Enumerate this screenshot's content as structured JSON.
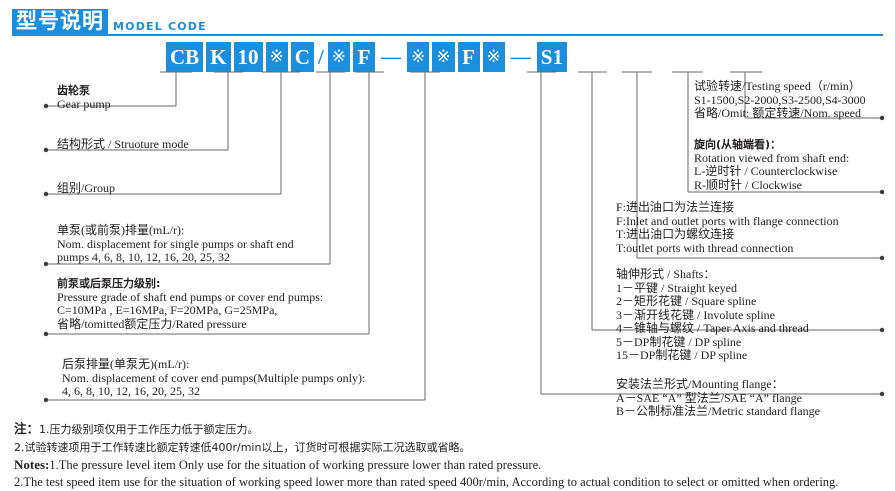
{
  "header": {
    "title_cn": "型号说明",
    "title_en": "MODEL CODE",
    "accent_color": "#1b8ede"
  },
  "code_sequence": [
    {
      "text": "CB",
      "kind": "box"
    },
    {
      "text": "K",
      "kind": "box"
    },
    {
      "text": "10",
      "kind": "box"
    },
    {
      "text": "※",
      "kind": "mark"
    },
    {
      "text": "C",
      "kind": "box"
    },
    {
      "text": "/",
      "kind": "sep"
    },
    {
      "text": "※",
      "kind": "mark"
    },
    {
      "text": "F",
      "kind": "box"
    },
    {
      "text": "—",
      "kind": "dash"
    },
    {
      "text": "※",
      "kind": "mark"
    },
    {
      "text": "※",
      "kind": "mark"
    },
    {
      "text": "F",
      "kind": "box"
    },
    {
      "text": "※",
      "kind": "mark"
    },
    {
      "text": "—",
      "kind": "dash"
    },
    {
      "text": "S1",
      "kind": "box"
    }
  ],
  "left_callouts": [
    {
      "id": "gear-pump",
      "lines": [
        {
          "t": "齿轮泵",
          "s": "cn"
        },
        {
          "t": "Gear pump",
          "s": "en"
        }
      ]
    },
    {
      "id": "structure-mode",
      "lines": [
        {
          "t": "结构形式 / Struoture  mode",
          "s": "mix"
        }
      ]
    },
    {
      "id": "group",
      "lines": [
        {
          "t": "组别/Group",
          "s": "mix"
        }
      ]
    },
    {
      "id": "single-pump-displacement",
      "lines": [
        {
          "t": "单泵(或前泵)排量(mL/r):",
          "s": "mix"
        },
        {
          "t": "Nom. displacement for single pumps or shaft end",
          "s": "en"
        },
        {
          "t": "pumps 4,  6,  8,  10,  12,  16,  20,  25,  32",
          "s": "en"
        }
      ]
    },
    {
      "id": "pressure-grade",
      "lines": [
        {
          "t": "前泵或后泵压力级别:",
          "s": "cn"
        },
        {
          "t": " Pressure grade of shaft end  pumps or cover end pumps:",
          "s": "en"
        },
        {
          "t": "C=10MPa , E=16MPa, F=20MPa, G=25MPa,",
          "s": "en"
        },
        {
          "t": "省略/tomitted额定压力/Rated pressure",
          "s": "mix"
        }
      ]
    },
    {
      "id": "cover-end-displacement",
      "lines": [
        {
          "t": "后泵排量(单泵无)(mL/r):",
          "s": "mix"
        },
        {
          "t": "Nom. displacement of cover end pumps(Multiple pumps only):",
          "s": "en"
        },
        {
          "t": "4,  6,  8,  10,  12,  16,  20,  25,  32",
          "s": "en"
        }
      ]
    }
  ],
  "right_callouts": [
    {
      "id": "testing-speed",
      "lines": [
        {
          "t": "试验转速/Testing speed（r/min）",
          "s": "mix"
        },
        {
          "t": "S1-1500,S2-2000,S3-2500,S4-3000",
          "s": "en"
        },
        {
          "t": "省略/Omit: 额定转速/Nom. speed",
          "s": "mix"
        }
      ]
    },
    {
      "id": "rotation-direction",
      "lines": [
        {
          "t": "旋向(从轴端看)：",
          "s": "cn"
        },
        {
          "t": "Rotation viewed from shaft end:",
          "s": "en"
        },
        {
          "t": "L-逆时针 / Counterclockwise",
          "s": "mix"
        },
        {
          "t": "R-顺时针 / Clockwise",
          "s": "mix"
        }
      ]
    },
    {
      "id": "port-connection",
      "lines": [
        {
          "t": "F:进出油口为法兰连接",
          "s": "mix"
        },
        {
          "t": "F:Inlet and outlet ports with flange connection",
          "s": "en"
        },
        {
          "t": "T:进出油口为螺纹连接",
          "s": "mix"
        },
        {
          "t": "T:outlet ports with thread connection",
          "s": "en"
        }
      ]
    },
    {
      "id": "shaft-type",
      "lines": [
        {
          "t": "轴伸形式 / Shafts：",
          "s": "mix"
        },
        {
          "t": "1－平键 / Straight keyed",
          "s": "mix"
        },
        {
          "t": "2－矩形花键 / Square spline",
          "s": "mix"
        },
        {
          "t": "3－渐开线花键  /  Involute spline",
          "s": "mix"
        },
        {
          "t": "4－锥轴与螺纹  /  Taper Axis and thread",
          "s": "mix"
        },
        {
          "t": "5－DP制花键  /  DP  spline",
          "s": "mix"
        },
        {
          "t": "15－DP制花键  /  DP  spline",
          "s": "mix"
        }
      ]
    },
    {
      "id": "mounting-flange",
      "lines": [
        {
          "t": "安装法兰形式/Mounting flange：",
          "s": "mix"
        },
        {
          "t": "A－SAE “A” 型法兰/SAE “A”  flange",
          "s": "mix"
        },
        {
          "t": "B－公制标准法兰/Metric standard flange",
          "s": "mix"
        }
      ]
    }
  ],
  "notes": {
    "cn_label": "注：",
    "cn_items": [
      "1.压力级别项仅用于工作压力低于额定压力。",
      "2.试验转速项用于工作转速比额定转速低400r/min以上，订货时可根据实际工况选取或省略。"
    ],
    "en_label": "Notes:",
    "en_items": [
      "1.The pressure level item Only use for the situation of working pressure lower than rated pressure.",
      "2.The test speed item use for the situation of working speed lower more than rated speed 400r/min, According to actual condition to select or omitted when ordering."
    ]
  }
}
